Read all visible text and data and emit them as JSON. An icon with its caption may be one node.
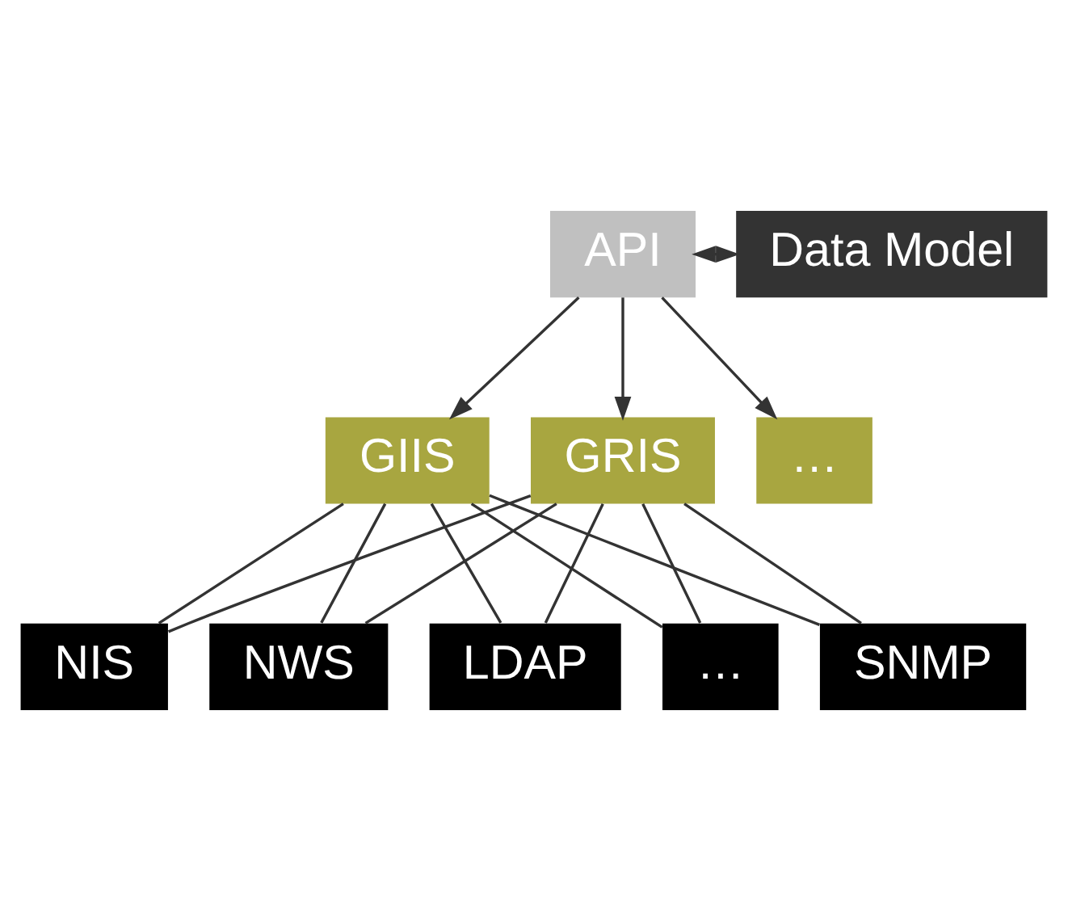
{
  "diagram": {
    "nodes": [
      {
        "text": [
          "API"
        ]
      },
      {
        "text": [
          "Data Model"
        ]
      },
      {
        "text": [
          "GRIS"
        ]
      },
      {
        "text": [
          "…"
        ]
      },
      {
        "text": [
          "GIIS"
        ]
      },
      {
        "text": [
          "SNMP"
        ]
      },
      {
        "text": [
          "NIS"
        ]
      },
      {
        "text": [
          "NWS"
        ]
      },
      {
        "text": [
          "LDAP"
        ]
      },
      {
        "text": [
          "…"
        ]
      }
    ],
    "edges": [
      {
        "from": 0,
        "to": 1,
        "arrow": "both"
      },
      {
        "from": 0,
        "to": 2,
        "arrow": "to"
      },
      {
        "from": 0,
        "to": 3,
        "arrow": "to"
      },
      {
        "from": 0,
        "to": 4,
        "arrow": "to"
      },
      {
        "from": 2,
        "to": 5,
        "arrow": "none"
      },
      {
        "from": 2,
        "to": 6,
        "arrow": "none"
      },
      {
        "from": 2,
        "to": 7,
        "arrow": "none"
      },
      {
        "from": 2,
        "to": 8,
        "arrow": "none"
      },
      {
        "from": 2,
        "to": 9,
        "arrow": "none"
      },
      {
        "from": 4,
        "to": 5,
        "arrow": "none"
      },
      {
        "from": 4,
        "to": 6,
        "arrow": "none"
      },
      {
        "from": 4,
        "to": 7,
        "arrow": "none"
      },
      {
        "from": 4,
        "to": 8,
        "arrow": "none"
      },
      {
        "from": 4,
        "to": 9,
        "arrow": "none"
      }
    ]
  }
}
